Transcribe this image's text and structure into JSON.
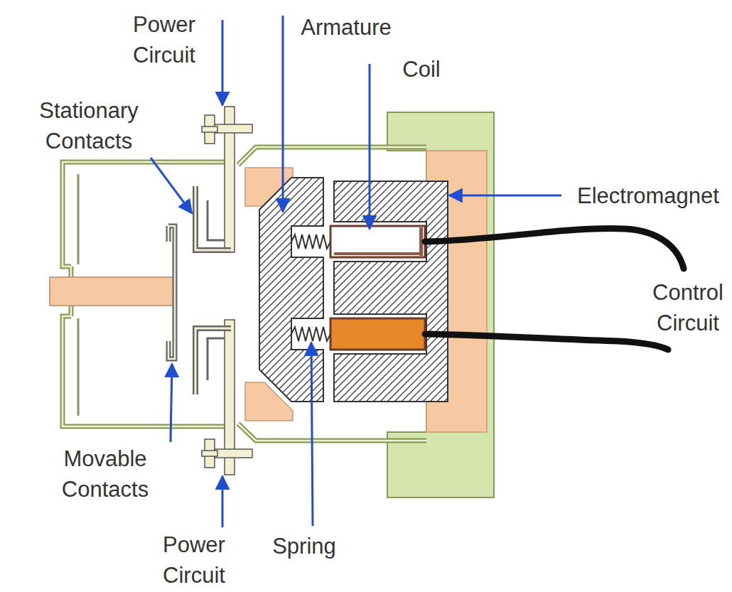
{
  "diagram": {
    "labels": [
      "Power Circuit",
      "Armature",
      "Coil",
      "Stationary Contacts",
      "Electromagnet",
      "Control Circuit",
      "Movable Contacts",
      "Power Circuit",
      "Spring"
    ]
  }
}
